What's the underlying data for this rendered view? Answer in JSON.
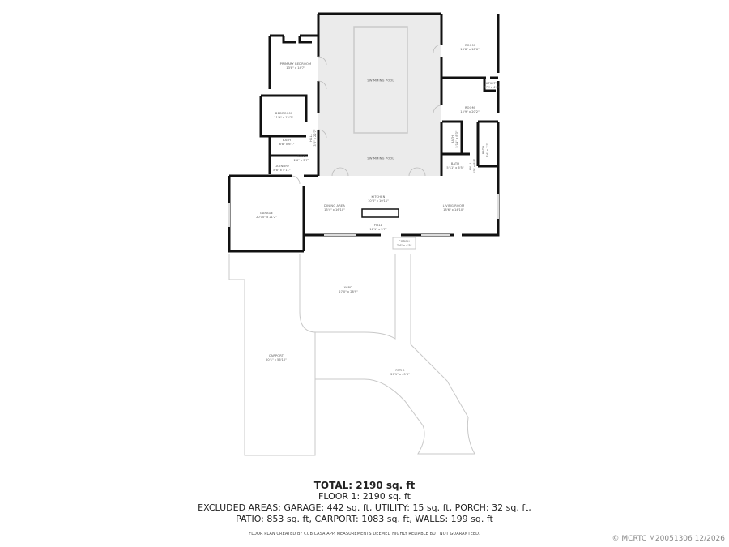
{
  "floor_plan": {
    "rooms": [
      {
        "id": "primary-bedroom",
        "name": "PRIMARY BEDROOM",
        "dimensions": "13'8\" x 14'7\""
      },
      {
        "id": "bedroom",
        "name": "BEDROOM",
        "dimensions": "11'9\" x 12'7\""
      },
      {
        "id": "bath-1",
        "name": "BATH",
        "dimensions": "8'8\" x 6'1\""
      },
      {
        "id": "hall-1",
        "name": "HALL",
        "dimensions": "3'6\" x 22'7\""
      },
      {
        "id": "laundry",
        "name": "LAUNDRY",
        "dimensions": "8'8\" x 5'11\""
      },
      {
        "id": "wic",
        "name": "W.I.C",
        "dimensions": "2'6\" x 3'7\""
      },
      {
        "id": "swimming-pool-inner",
        "name": "SWIMMING POOL",
        "dimensions": ""
      },
      {
        "id": "swimming-pool-outer",
        "name": "SWIMMING POOL",
        "dimensions": ""
      },
      {
        "id": "room-1",
        "name": "ROOM",
        "dimensions": "13'8\" x 18'6\""
      },
      {
        "id": "utility",
        "name": "UTILITY",
        "dimensions": "3'2\" x 4'8\""
      },
      {
        "id": "room-2",
        "name": "ROOM",
        "dimensions": "15'9\" x 20'2\""
      },
      {
        "id": "bath-2",
        "name": "BATH",
        "dimensions": "5'11\" x 8'3\""
      },
      {
        "id": "hall-2",
        "name": "HALL",
        "dimensions": "3'5\" x 8'8\""
      },
      {
        "id": "bath-3",
        "name": "BATH",
        "dimensions": "5'11\" x 6'5\""
      },
      {
        "id": "bath-4",
        "name": "BATH",
        "dimensions": "5'4\" x 7'7\""
      },
      {
        "id": "garage",
        "name": "GARAGE",
        "dimensions": "20'10\" x 21'2\""
      },
      {
        "id": "dining-area",
        "name": "DINING AREA",
        "dimensions": "13'4\" x 16'10\""
      },
      {
        "id": "kitchen",
        "name": "KITCHEN",
        "dimensions": "10'8\" x 10'11\""
      },
      {
        "id": "hall-3",
        "name": "HALL",
        "dimensions": "18'1\" x 5'7\""
      },
      {
        "id": "living-room",
        "name": "LIVING ROOM",
        "dimensions": "18'6\" x 14'10\""
      },
      {
        "id": "porch",
        "name": "PORCH",
        "dimensions": "7'4\" x 4'5\""
      },
      {
        "id": "yard",
        "name": "YARD",
        "dimensions": "27'0\" x 28'9\""
      },
      {
        "id": "carport",
        "name": "CARPORT",
        "dimensions": "20'1\" x 56'10\""
      },
      {
        "id": "patio",
        "name": "PATIO",
        "dimensions": "27'1\" x 45'3\""
      }
    ]
  },
  "summary": {
    "total": "TOTAL: 2190 sq. ft",
    "floor1": "FLOOR 1: 2190 sq. ft",
    "excluded_line1": "EXCLUDED AREAS: GARAGE: 442 sq. ft, UTILITY: 15 sq. ft, PORCH: 32 sq. ft,",
    "excluded_line2": "PATIO: 853 sq. ft, CARPORT: 1083 sq. ft, WALLS: 199 sq. ft",
    "disclaimer": "FLOOR PLAN CREATED BY CUBICASA APP. MEASUREMENTS DEEMED HIGHLY RELIABLE BUT NOT GUARANTEED."
  },
  "copyright": "© MCRTC M20051306 12/2026",
  "colors": {
    "wall": "#111111",
    "pool_area": "#ebebeb",
    "outline": "#c8c8c8",
    "background": "#ffffff"
  }
}
